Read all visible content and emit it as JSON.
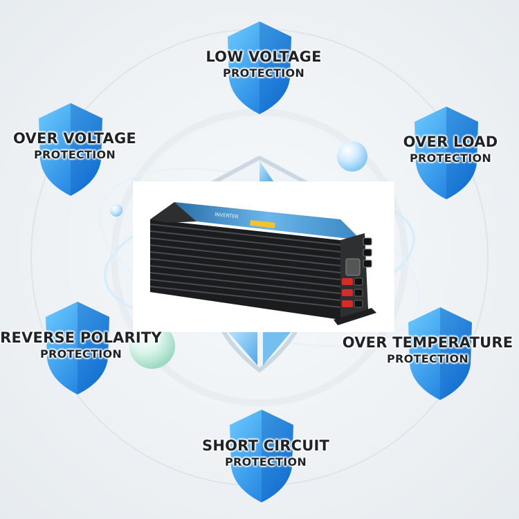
{
  "features": [
    {
      "id": "low-voltage",
      "title": "LOW VOLTAGE",
      "subtitle": "PROTECTION"
    },
    {
      "id": "over-voltage",
      "title": "OVER VOLTAGE",
      "subtitle": "PROTECTION"
    },
    {
      "id": "over-load",
      "title": "OVER LOAD",
      "subtitle": "PROTECTION"
    },
    {
      "id": "reverse-polarity",
      "title": "REVERSE POLARITY",
      "subtitle": "PROTECTION"
    },
    {
      "id": "over-temperature",
      "title": "OVER TEMPERATURE",
      "subtitle": "PROTECTION"
    },
    {
      "id": "short-circuit",
      "title": "SHORT CIRCUIT",
      "subtitle": "PROTECTION"
    }
  ],
  "colors": {
    "shield_light": "#5fc4ff",
    "shield_dark": "#0f6fd6",
    "ring": "#dfe6ec",
    "inverter_body": "#1e1f20",
    "inverter_label": "#5aa9e0",
    "terminal_red": "#d92a2a"
  },
  "product": {
    "icon": "power-inverter-image",
    "label_text": "INVERTER"
  }
}
